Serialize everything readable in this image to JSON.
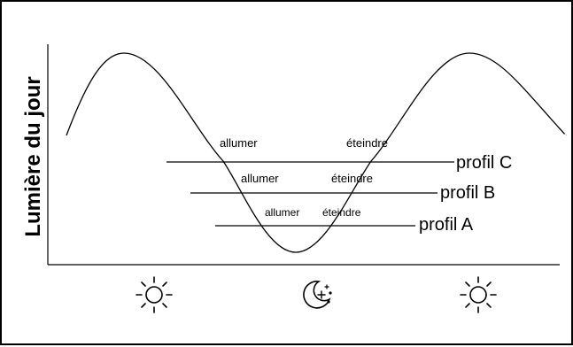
{
  "y_axis_label": "Lumière du jour",
  "profiles": [
    {
      "name": "profil C",
      "on_label": "allumer",
      "off_label": "éteindre"
    },
    {
      "name": "profil B",
      "on_label": "allumer",
      "off_label": "éteindre"
    },
    {
      "name": "profil A",
      "on_label": "allumer",
      "off_label": "éteindre"
    }
  ],
  "icons": [
    "sun-icon",
    "moon-stars-icon",
    "sun-icon"
  ]
}
